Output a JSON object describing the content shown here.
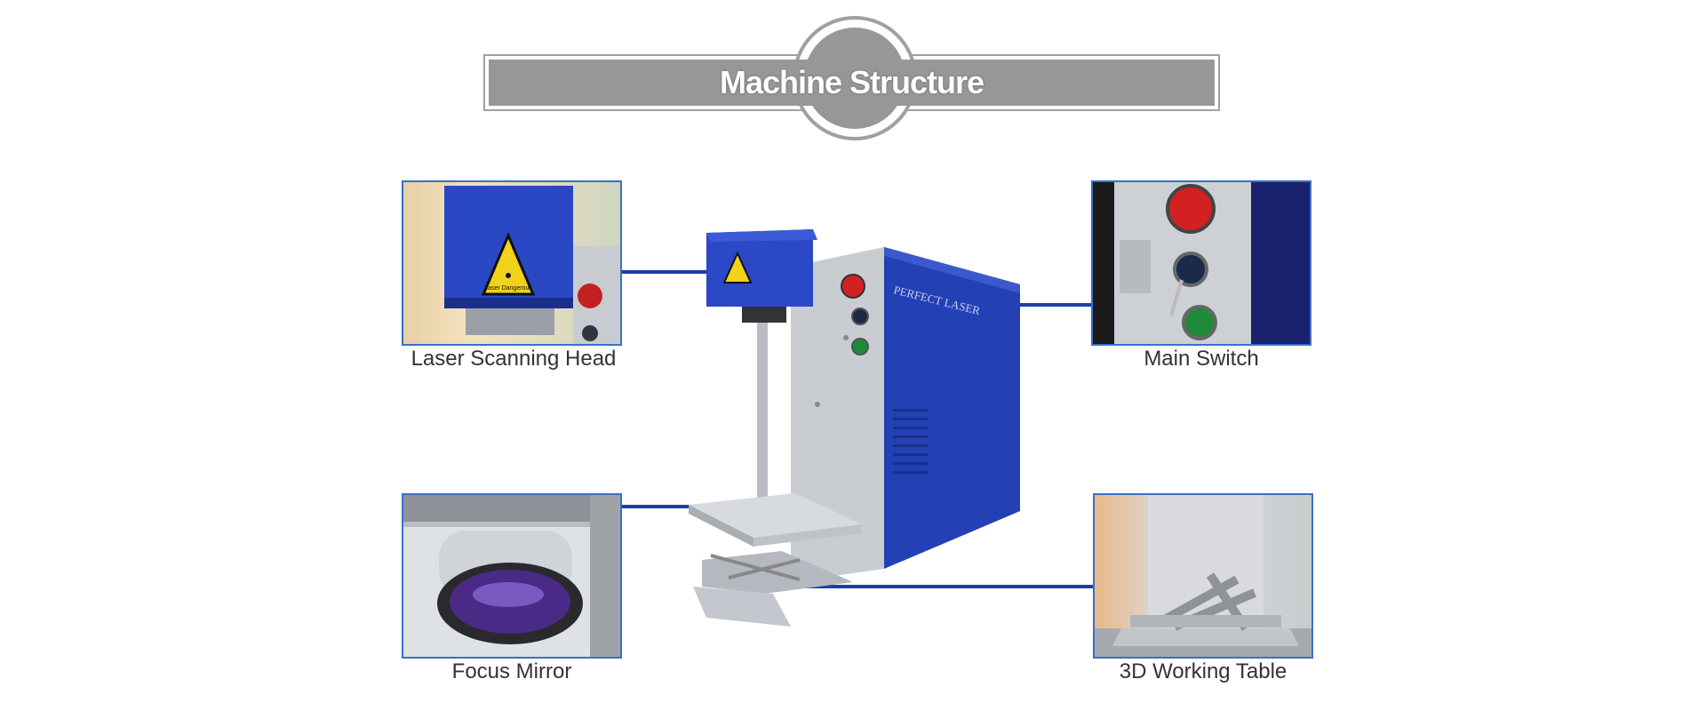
{
  "title": "Machine Structure",
  "brand": "PERFECT LASER",
  "warning_label": "Laser Dangerous",
  "captions": {
    "scan_head": "Laser Scanning Head",
    "switch": "Main Switch",
    "mirror": "Focus Mirror",
    "table": "3D Working Table"
  },
  "colors": {
    "accent_blue": "#1f3fb0",
    "frame_blue": "#3a6fc7",
    "banner_gray": "#979797",
    "connector": "#1b3ea8"
  }
}
